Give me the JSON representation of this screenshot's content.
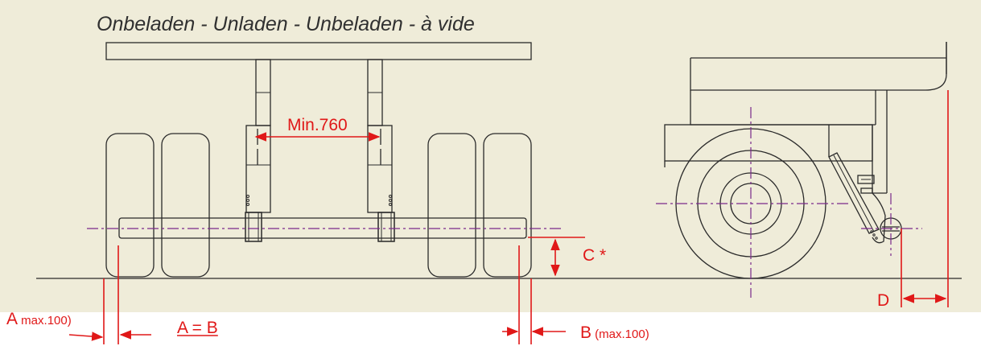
{
  "title": "Onbeladen - Unladen - Unbeladen - à vide",
  "labels": {
    "min760": "Min.760",
    "c": "C *",
    "d": "D",
    "a_letter": "A",
    "a_note": " max.100)",
    "a_eq_b": "A = B",
    "b_letter": "B",
    "b_note": " (max.100)"
  },
  "colors": {
    "background": "#efecd9",
    "line": "#2a2a2a",
    "dimension": "#e01818",
    "centerline": "#7a2a8a"
  }
}
